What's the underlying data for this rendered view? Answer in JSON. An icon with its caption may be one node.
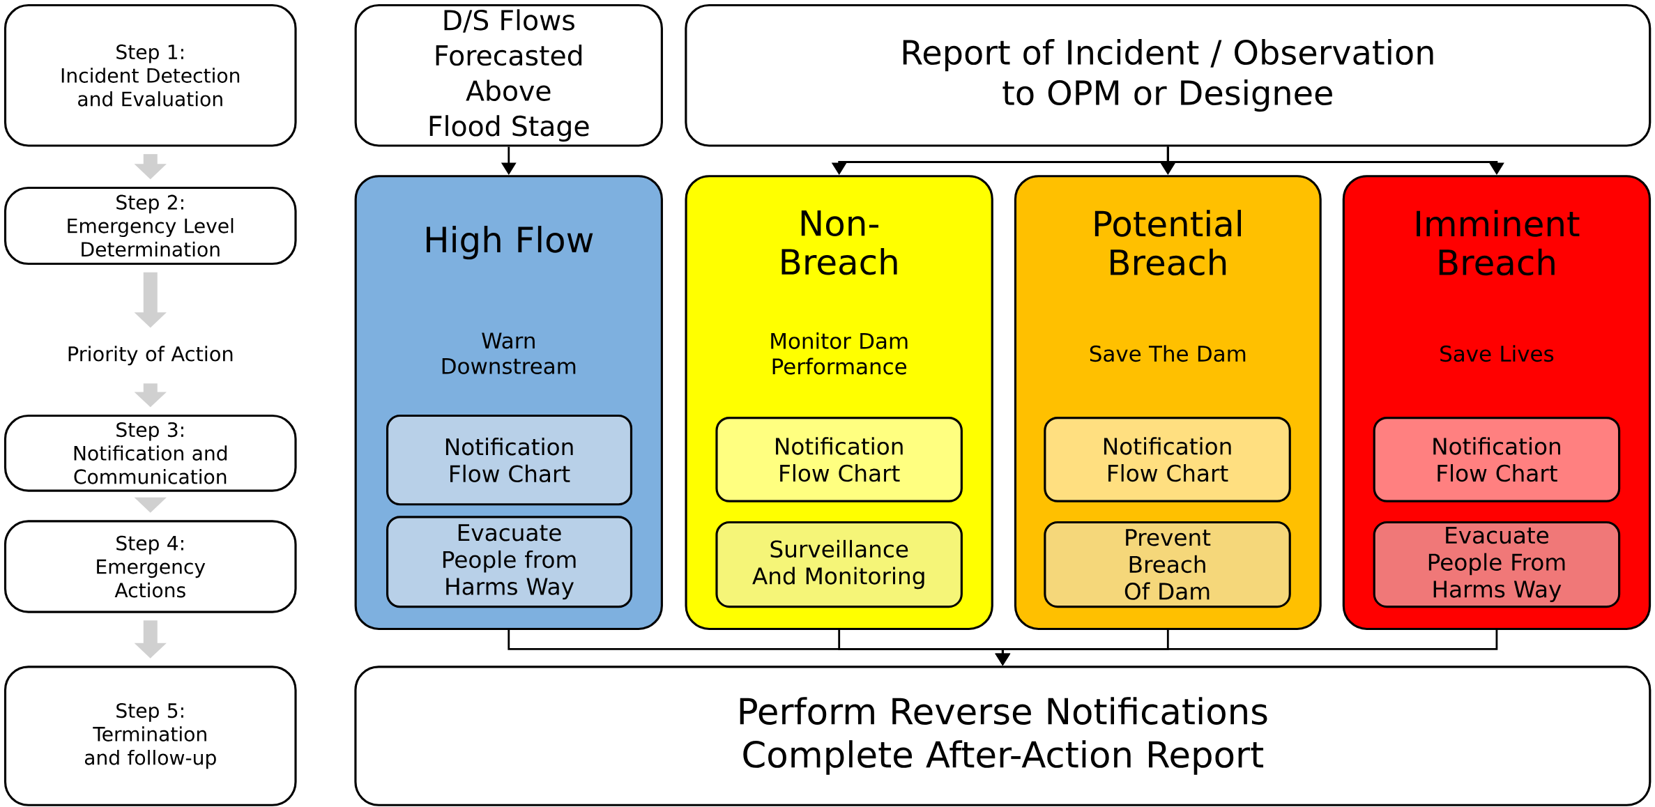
{
  "diagram": {
    "nodes": [
      {
        "text": [
          "Step 1:",
          "Incident Detection and Evaluation"
        ]
      },
      {
        "text": [
          "Step 2:",
          "Emergency Level Determination"
        ]
      },
      {
        "text": [
          "Priority of Action"
        ]
      },
      {
        "text": [
          "Step 3:",
          "Notification and Communication"
        ]
      },
      {
        "text": [
          "Step 4:",
          "Emergency Actions"
        ]
      },
      {
        "text": [
          "Step 5:",
          "Termination and follow-up"
        ]
      },
      {
        "text": [
          "D/S Flows Forecasted Above Flood Stage"
        ]
      },
      {
        "text": [
          "Report of Incident / Observation to OPM or Designee"
        ]
      },
      {
        "text": [
          "High Flow",
          "Warn Downstream"
        ]
      },
      {
        "text": [
          "Notification Flow Chart"
        ],
        "in": 8
      },
      {
        "text": [
          "Evacuate People from Harms Way"
        ],
        "in": 8
      },
      {
        "text": [
          "Non-Breach",
          "Monitor Dam Performance"
        ]
      },
      {
        "text": [
          "Notification Flow Chart"
        ],
        "in": 11
      },
      {
        "text": [
          "Surveillance And Monitoring"
        ],
        "in": 11
      },
      {
        "text": [
          "Potential Breach",
          "Save The Dam"
        ]
      },
      {
        "text": [
          "Notification Flow Chart"
        ],
        "in": 14
      },
      {
        "text": [
          "Prevent Breach Of Dam"
        ],
        "in": 14
      },
      {
        "text": [
          "Imminent Breach",
          "Save Lives"
        ]
      },
      {
        "text": [
          "Notification Flow Chart"
        ],
        "in": 17
      },
      {
        "text": [
          "Evacuate People From Harms Way"
        ],
        "in": 17
      },
      {
        "text": [
          "Perform Reverse Notifications",
          "Complete After-Action Report"
        ]
      }
    ],
    "edges": [
      {
        "from": 0,
        "to": 1,
        "arrow": "to",
        "style": "thick",
        "color": "#d0d0d0"
      },
      {
        "from": 1,
        "to": 2,
        "arrow": "to",
        "style": "thick",
        "color": "#d0d0d0"
      },
      {
        "from": 2,
        "to": 3,
        "arrow": "to",
        "style": "thick",
        "color": "#d0d0d0"
      },
      {
        "from": 3,
        "to": 4,
        "arrow": "to",
        "style": "thick",
        "color": "#d0d0d0"
      },
      {
        "from": 4,
        "to": 5,
        "arrow": "to",
        "style": "thick",
        "color": "#d0d0d0"
      },
      {
        "from": 6,
        "to": 8,
        "arrow": "to"
      },
      {
        "from": 7,
        "to": 11,
        "arrow": "to"
      },
      {
        "from": 7,
        "to": 14,
        "arrow": "to"
      },
      {
        "from": 7,
        "to": 17,
        "arrow": "to"
      },
      {
        "from": 8,
        "to": 20,
        "arrow": "to"
      },
      {
        "from": 11,
        "to": 20,
        "arrow": "to"
      },
      {
        "from": 14,
        "to": 20,
        "arrow": "to"
      },
      {
        "from": 17,
        "to": 20,
        "arrow": "to"
      }
    ]
  }
}
